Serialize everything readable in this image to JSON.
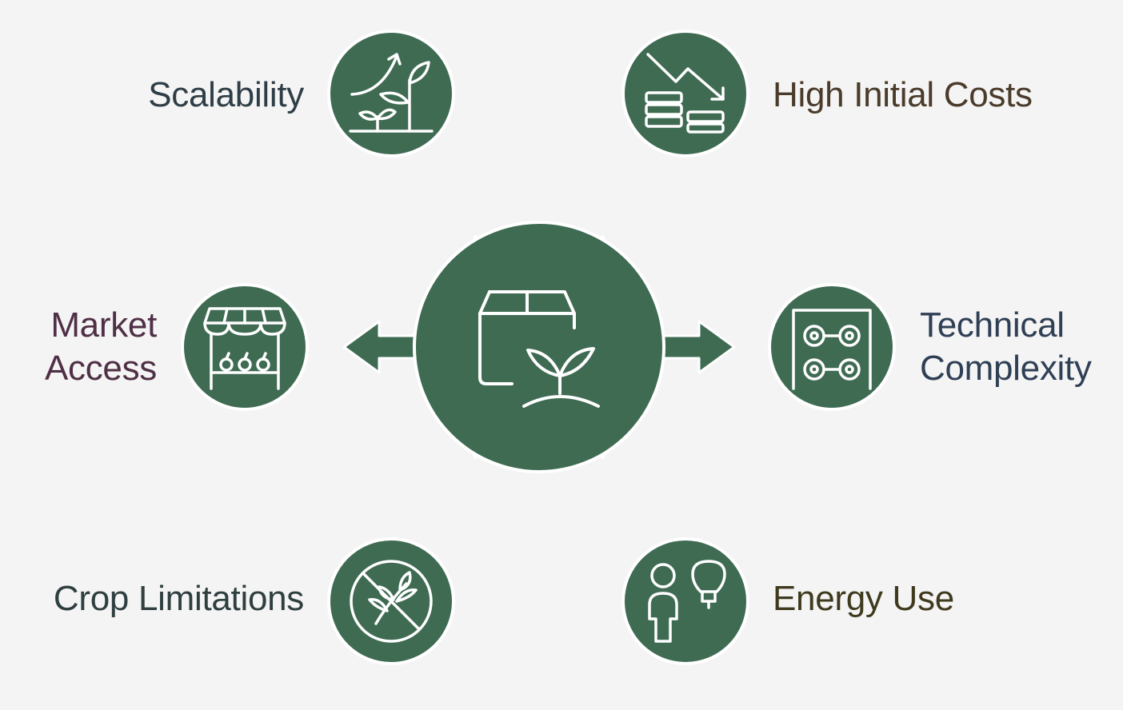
{
  "colors": {
    "background": "#f4f4f4",
    "node_fill": "#3f6b53",
    "icon_stroke": "#ffffff",
    "label_scalability": "#2f3e46",
    "label_costs": "#4a3b2a",
    "label_market": "#4f2f45",
    "label_technical": "#2f3f55",
    "label_crop": "#2f3e3f",
    "label_energy": "#3f3a1e"
  },
  "center": {
    "icon": "box-with-sprout-icon"
  },
  "nodes": [
    {
      "id": "scalability",
      "label_lines": [
        "Scalability"
      ],
      "icon": "growth-plant-icon"
    },
    {
      "id": "high-initial-costs",
      "label_lines": [
        "High Initial Costs"
      ],
      "icon": "falling-coins-icon"
    },
    {
      "id": "market-access",
      "label_lines": [
        "Market",
        "Access"
      ],
      "icon": "market-stall-icon"
    },
    {
      "id": "technical-complexity",
      "label_lines": [
        "Technical",
        "Complexity"
      ],
      "icon": "control-panel-icon"
    },
    {
      "id": "crop-limitations",
      "label_lines": [
        "Crop Limitations"
      ],
      "icon": "no-plant-icon"
    },
    {
      "id": "energy-use",
      "label_lines": [
        "Energy Use"
      ],
      "icon": "person-lightbulb-icon"
    }
  ]
}
